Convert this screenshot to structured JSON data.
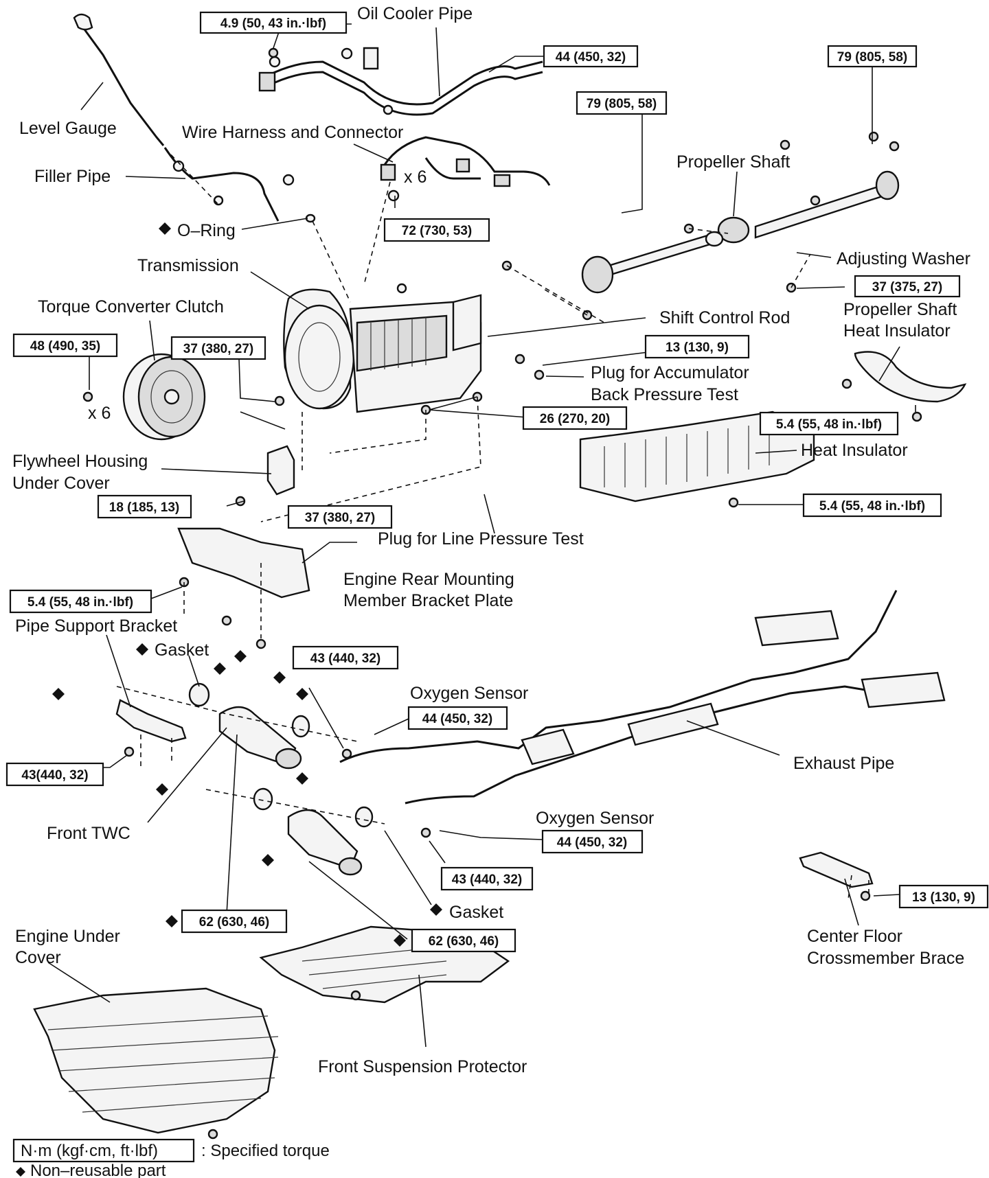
{
  "labels": {
    "oil_cooler_pipe": "Oil Cooler Pipe",
    "level_gauge": "Level Gauge",
    "wire_harness": "Wire Harness and Connector",
    "x6_harness": "x 6",
    "filler_pipe": "Filler Pipe",
    "o_ring": "O–Ring",
    "propeller_shaft": "Propeller Shaft",
    "adjusting_washer": "Adjusting Washer",
    "transmission": "Transmission",
    "torque_converter": "Torque Converter Clutch",
    "shift_control_rod": "Shift Control Rod",
    "prop_heat_insulator_1": "Propeller Shaft",
    "prop_heat_insulator_2": "Heat Insulator",
    "plug_accumulator_1": "Plug for Accumulator",
    "plug_accumulator_2": "Back Pressure Test",
    "x6_converter": "x 6",
    "heat_insulator": "Heat Insulator",
    "flywheel_cover_1": "Flywheel Housing",
    "flywheel_cover_2": "Under Cover",
    "plug_line_pressure": "Plug for Line Pressure Test",
    "engine_rear_mount_1": "Engine Rear Mounting",
    "engine_rear_mount_2": "Member Bracket Plate",
    "pipe_support_bracket": "Pipe Support Bracket",
    "gasket_top": "Gasket",
    "oxygen_sensor_1": "Oxygen Sensor",
    "exhaust_pipe": "Exhaust Pipe",
    "front_twc": "Front TWC",
    "oxygen_sensor_2": "Oxygen Sensor",
    "gasket_bottom": "Gasket",
    "center_floor_1": "Center Floor",
    "center_floor_2": "Crossmember Brace",
    "engine_under_cover_1": "Engine Under",
    "engine_under_cover_2": "Cover",
    "front_suspension_protector": "Front Suspension Protector"
  },
  "torques": {
    "t_oil_cooler_bolt": "4.9 (50, 43 in.·lbf)",
    "t_oil_cooler_pipe": "44 (450, 32)",
    "t_prop_rear": "79 (805, 58)",
    "t_prop_front": "79 (805, 58)",
    "t_harness": "72 (730, 53)",
    "t_adjusting_washer": "37 (375, 27)",
    "t_converter": "48 (490, 35)",
    "t_housing": "37 (380, 27)",
    "t_accumulator": "13 (130, 9)",
    "t_mount": "26 (270, 20)",
    "t_prop_insulator": "5.4 (55, 48 in.·lbf)",
    "t_flywheel_cover": "18 (185, 13)",
    "t_lower_bolts": "37 (380, 27)",
    "t_heat_insulator": "5.4 (55, 48 in.·lbf)",
    "t_bracket_plate": "5.4 (55, 48 in.·lbf)",
    "t_front_twc_nut": "43 (440, 32)",
    "t_oxygen_1": "44 (450, 32)",
    "t_pipe_support": "43(440, 32)",
    "t_oxygen_2": "44 (450, 32)",
    "t_rear_nut": "43 (440, 32)",
    "t_center_floor": "13 (130, 9)",
    "t_twc_1": "62 (630, 46)",
    "t_twc_2": "62 (630, 46)"
  },
  "legend": {
    "torque_format": "N·m (kgf·cm, ft·lbf)",
    "torque_text": ": Specified torque",
    "non_reusable": "Non–reusable part"
  },
  "symbols": {
    "non_reusable_marker": "diamond"
  }
}
